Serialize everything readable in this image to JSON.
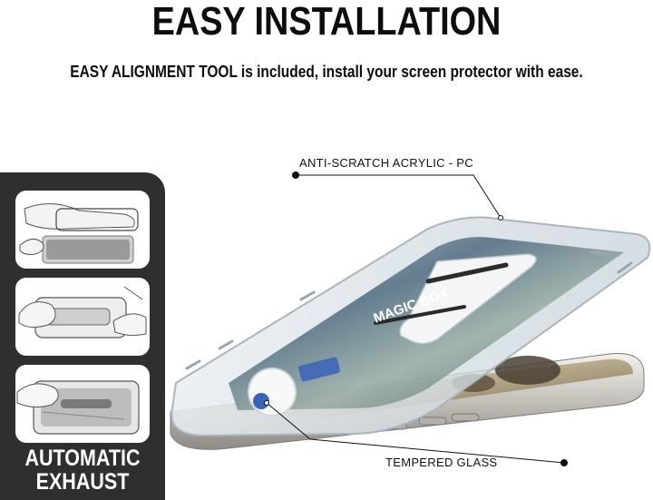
{
  "heading": {
    "title": "EASY INSTALLATION",
    "subtitle": "EASY ALIGNMENT TOOL is included, install your screen protector with ease."
  },
  "steps_panel": {
    "label_line1": "AUTOMATIC",
    "label_line2": "EXHAUST"
  },
  "product": {
    "frame_brand": "MAGIC BOX"
  },
  "callouts": {
    "top": "ANTI-SCRATCH ACRYLIC - PC",
    "bottom": "TEMPERED GLASS"
  },
  "colors": {
    "panel": "#2f2f2f",
    "phone_frame": "#c9c6c0",
    "acrylic": "#dfe6ea",
    "brand_blue": "#3a63b8"
  }
}
